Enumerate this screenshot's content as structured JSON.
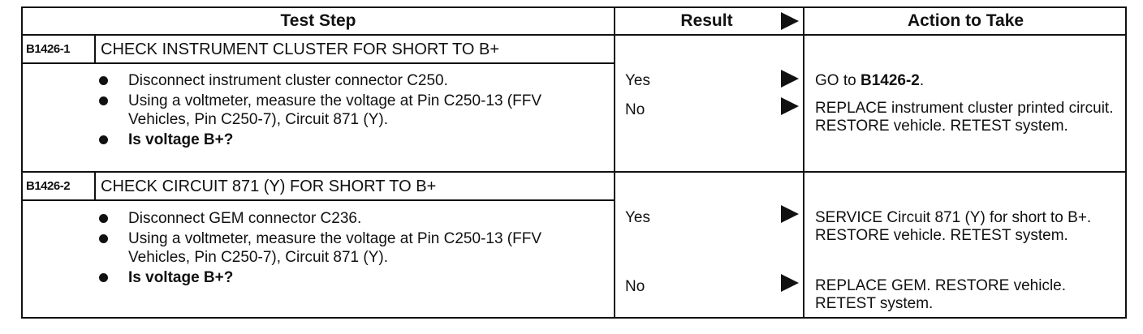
{
  "table": {
    "headers": {
      "test_step": "Test Step",
      "result": "Result",
      "action": "Action to Take"
    },
    "steps": [
      {
        "id": "B1426-1",
        "title": "CHECK INSTRUMENT CLUSTER FOR SHORT TO B+",
        "bullets": [
          "Disconnect instrument cluster connector C250.",
          "Using a voltmeter, measure the voltage at Pin C250-13 (FFV Vehicles, Pin C250-7), Circuit 871 (Y).",
          "Is voltage B+?"
        ],
        "results": [
          {
            "result": "Yes",
            "action_prefix": "GO to ",
            "action_bold": "B1426-2",
            "action_suffix": "."
          },
          {
            "result": "No",
            "action_prefix": "REPLACE instrument cluster printed circuit. RESTORE vehicle. RETEST system.",
            "action_bold": "",
            "action_suffix": ""
          }
        ]
      },
      {
        "id": "B1426-2",
        "title": "CHECK CIRCUIT 871 (Y) FOR SHORT TO B+",
        "bullets": [
          "Disconnect GEM connector C236.",
          "Using a voltmeter, measure the voltage at Pin C250-13 (FFV Vehicles, Pin C250-7), Circuit 871 (Y).",
          "Is voltage B+?"
        ],
        "results": [
          {
            "result": "Yes",
            "action_prefix": "SERVICE Circuit 871 (Y) for short to B+. RESTORE vehicle. RETEST system.",
            "action_bold": "",
            "action_suffix": ""
          },
          {
            "result": "No",
            "action_prefix": "REPLACE GEM. RESTORE vehicle. RETEST system.",
            "action_bold": "",
            "action_suffix": ""
          }
        ]
      }
    ]
  },
  "icons": {
    "arrow": "right-triangle-arrow-icon"
  }
}
